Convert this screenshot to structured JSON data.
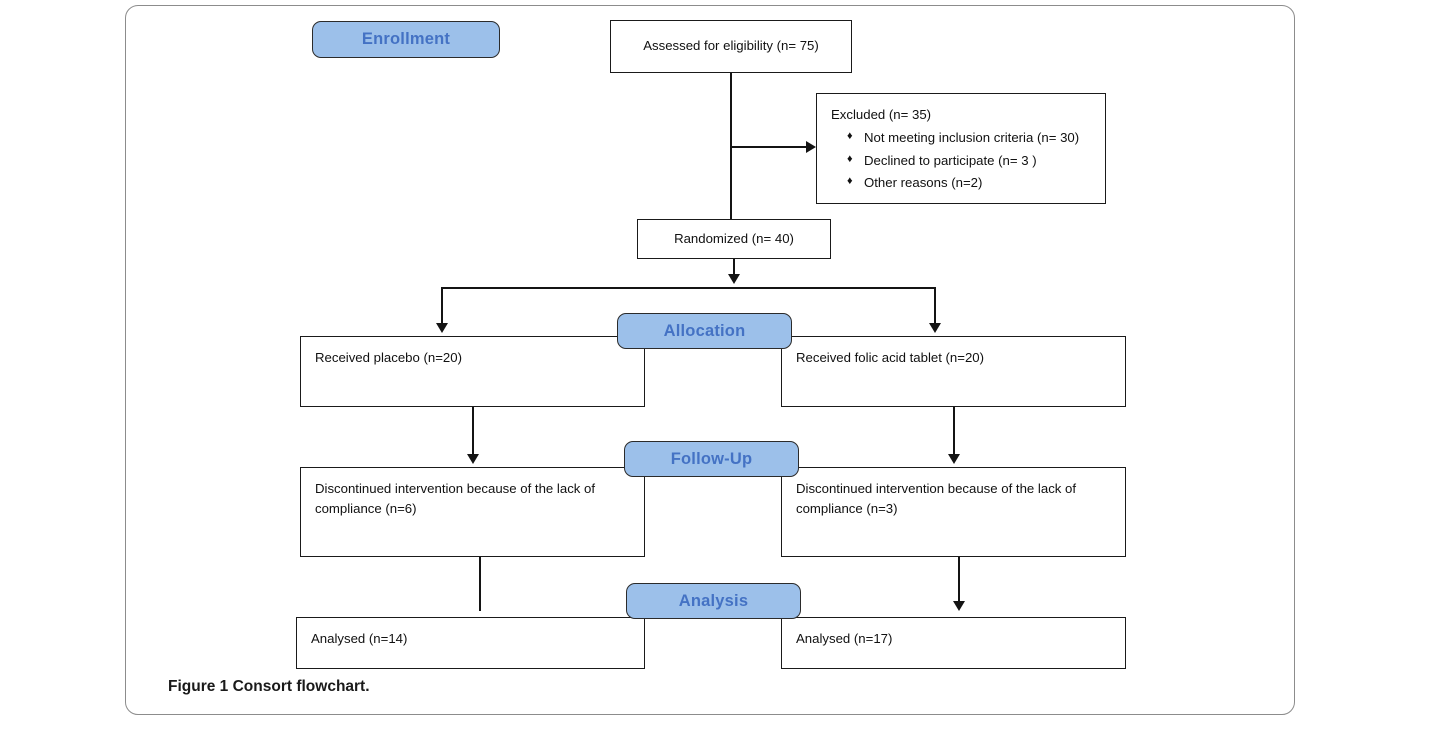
{
  "figure": {
    "caption_label": "Figure 1",
    "caption_text": "Consort flowchart."
  },
  "colors": {
    "badge_fill": "#9CC0EA",
    "badge_border": "#2B2B2B",
    "badge_text": "#4472C4",
    "box_border": "#1A1A1A",
    "connector": "#141414",
    "frame_border": "#8C8C8C",
    "background": "#FFFFFF"
  },
  "stages": {
    "enrollment": "Enrollment",
    "allocation": "Allocation",
    "followup": "Follow-Up",
    "analysis": "Analysis"
  },
  "nodes": {
    "assessed": "Assessed for eligibility (n= 75)",
    "excluded_title": "Excluded (n= 35)",
    "excluded_reasons": [
      "Not meeting inclusion criteria (n= 30)",
      "Declined to participate (n= 3 )",
      "Other reasons (n=2)"
    ],
    "randomized": "Randomized (n= 40)",
    "allocation_left": "Received placebo (n=20)",
    "allocation_right": "Received folic acid tablet (n=20)",
    "followup_left": "Discontinued intervention because of the lack of compliance (n=6)",
    "followup_right": "Discontinued intervention because of the lack of compliance (n=3)",
    "analysis_left": "Analysed (n=14)",
    "analysis_right": "Analysed (n=17)"
  },
  "icons": {
    "bullet": "♦"
  }
}
